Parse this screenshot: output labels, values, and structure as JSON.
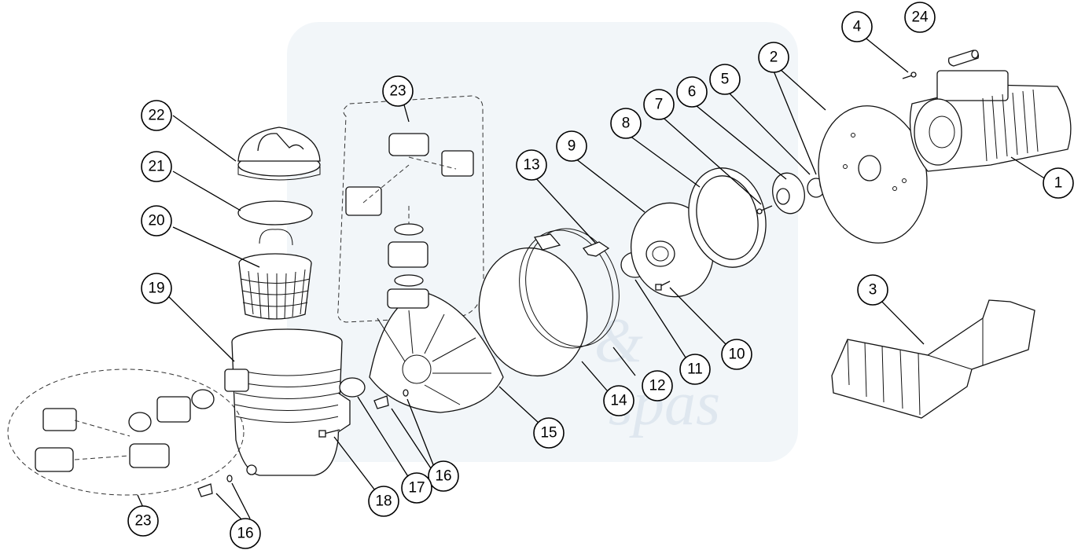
{
  "title": "",
  "watermark": {
    "text_line1": "pools &",
    "text_line2": "spas"
  },
  "colors": {
    "line": "#111111",
    "callout_fill": "#ffffff",
    "watermark": "#9db7cf"
  },
  "callouts": [
    {
      "id": "c1",
      "label": "1"
    },
    {
      "id": "c2",
      "label": "2"
    },
    {
      "id": "c3",
      "label": "3"
    },
    {
      "id": "c4",
      "label": "4"
    },
    {
      "id": "c5",
      "label": "5"
    },
    {
      "id": "c6",
      "label": "6"
    },
    {
      "id": "c7",
      "label": "7"
    },
    {
      "id": "c8",
      "label": "8"
    },
    {
      "id": "c9",
      "label": "9"
    },
    {
      "id": "c10",
      "label": "10"
    },
    {
      "id": "c11",
      "label": "11"
    },
    {
      "id": "c12",
      "label": "12"
    },
    {
      "id": "c13",
      "label": "13"
    },
    {
      "id": "c14",
      "label": "14"
    },
    {
      "id": "c15",
      "label": "15"
    },
    {
      "id": "c16a",
      "label": "16"
    },
    {
      "id": "c16b",
      "label": "16"
    },
    {
      "id": "c17",
      "label": "17"
    },
    {
      "id": "c18",
      "label": "18"
    },
    {
      "id": "c19",
      "label": "19"
    },
    {
      "id": "c20",
      "label": "20"
    },
    {
      "id": "c21",
      "label": "21"
    },
    {
      "id": "c22",
      "label": "22"
    },
    {
      "id": "c23a",
      "label": "23"
    },
    {
      "id": "c23b",
      "label": "23"
    },
    {
      "id": "c24",
      "label": "24"
    }
  ]
}
